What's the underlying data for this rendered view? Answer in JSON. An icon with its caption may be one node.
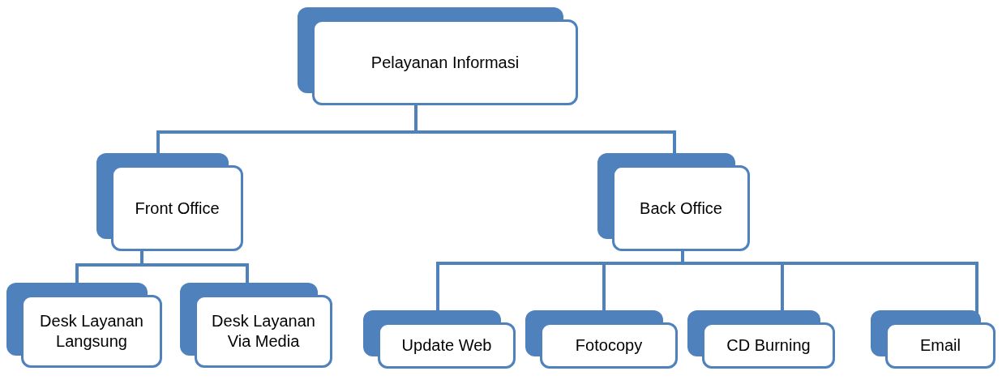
{
  "diagram": {
    "nodes": [
      {
        "text": [
          "Pelayanan Informasi"
        ]
      },
      {
        "text": [
          "Front Office"
        ]
      },
      {
        "text": [
          "Back Office"
        ]
      },
      {
        "text": [
          "Desk Layanan Langsung"
        ]
      },
      {
        "text": [
          "Desk Layanan Via Media"
        ]
      },
      {
        "text": [
          "Update Web"
        ]
      },
      {
        "text": [
          "Fotocopy"
        ]
      },
      {
        "text": [
          "CD Burning"
        ]
      },
      {
        "text": [
          "Email"
        ]
      }
    ],
    "edges": [
      {
        "from": 0,
        "to": 1,
        "arrow": "none"
      },
      {
        "from": 0,
        "to": 2,
        "arrow": "none"
      },
      {
        "from": 1,
        "to": 3,
        "arrow": "none"
      },
      {
        "from": 1,
        "to": 4,
        "arrow": "none"
      },
      {
        "from": 2,
        "to": 5,
        "arrow": "none"
      },
      {
        "from": 2,
        "to": 6,
        "arrow": "none"
      },
      {
        "from": 2,
        "to": 7,
        "arrow": "none"
      },
      {
        "from": 2,
        "to": 8,
        "arrow": "none"
      }
    ]
  }
}
